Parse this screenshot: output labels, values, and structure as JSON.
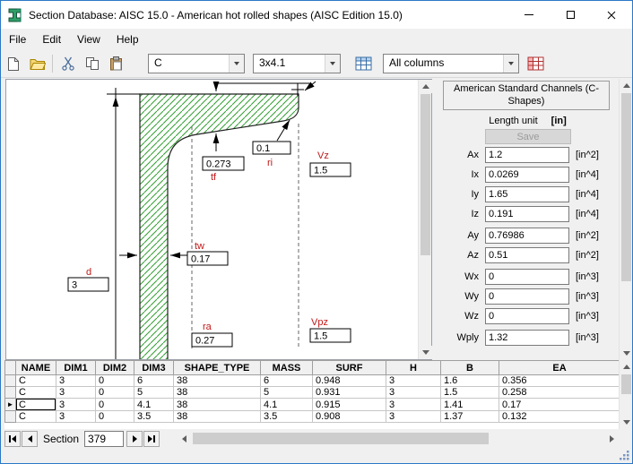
{
  "window": {
    "title": "Section Database: AISC 15.0 - American hot rolled shapes (AISC Edition 15.0)"
  },
  "menu": [
    "File",
    "Edit",
    "View",
    "Help"
  ],
  "toolbar": {
    "shape_value": "C",
    "size_value": "3x4.1",
    "columns_value": "All columns"
  },
  "drawing": {
    "tf_value": "0.273",
    "tf_label": "tf",
    "ri_value": "0.1",
    "ri_label": "ri",
    "vz_label": "Vz",
    "vz_value": "1.5",
    "tw_label": "tw",
    "tw_value": "0.17",
    "d_label": "d",
    "d_value": "3",
    "ra_label": "ra",
    "ra_value": "0.27",
    "vpz_label": "Vpz",
    "vpz_value": "1.5"
  },
  "properties": {
    "title": "American Standard Channels (C-Shapes)",
    "length_unit_label": "Length unit",
    "length_unit_value": "[in]",
    "save_label": "Save",
    "fields": [
      {
        "label": "Ax",
        "value": "1.2",
        "unit": "[in^2]",
        "group_start": false
      },
      {
        "label": "Ix",
        "value": "0.0269",
        "unit": "[in^4]",
        "group_start": false
      },
      {
        "label": "Iy",
        "value": "1.65",
        "unit": "[in^4]",
        "group_start": false
      },
      {
        "label": "Iz",
        "value": "0.191",
        "unit": "[in^4]",
        "group_start": false
      },
      {
        "label": "Ay",
        "value": "0.76986",
        "unit": "[in^2]",
        "group_start": true
      },
      {
        "label": "Az",
        "value": "0.51",
        "unit": "[in^2]",
        "group_start": false
      },
      {
        "label": "Wx",
        "value": "0",
        "unit": "[in^3]",
        "group_start": true
      },
      {
        "label": "Wy",
        "value": "0",
        "unit": "[in^3]",
        "group_start": false
      },
      {
        "label": "Wz",
        "value": "0",
        "unit": "[in^3]",
        "group_start": false
      },
      {
        "label": "Wply",
        "value": "1.32",
        "unit": "[in^3]",
        "group_start": true
      }
    ]
  },
  "table": {
    "columns": [
      "NAME",
      "DIM1",
      "DIM2",
      "DIM3",
      "SHAPE_TYPE",
      "MASS",
      "SURF",
      "H",
      "B",
      "EA"
    ],
    "rows": [
      [
        "C",
        "3",
        "0",
        "6",
        "38",
        "6",
        "0.948",
        "3",
        "1.6",
        "0.356"
      ],
      [
        "C",
        "3",
        "0",
        "5",
        "38",
        "5",
        "0.931",
        "3",
        "1.5",
        "0.258"
      ],
      [
        "C",
        "3",
        "0",
        "4.1",
        "38",
        "4.1",
        "0.915",
        "3",
        "1.41",
        "0.17"
      ],
      [
        "C",
        "3",
        "0",
        "3.5",
        "38",
        "3.5",
        "0.908",
        "3",
        "1.37",
        "0.132"
      ]
    ],
    "selected_row": 2
  },
  "record_nav": {
    "label": "Section",
    "value": "379"
  }
}
